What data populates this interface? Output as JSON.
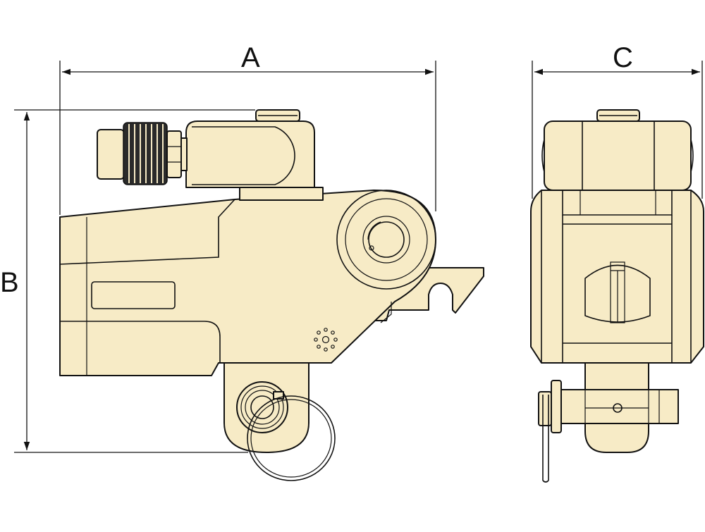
{
  "dimensions": {
    "a_label": "A",
    "b_label": "B",
    "c_label": "C"
  },
  "colors": {
    "body_fill": "#f7ebc6",
    "outline": "#111111",
    "knurl": "#2a2a2a"
  }
}
